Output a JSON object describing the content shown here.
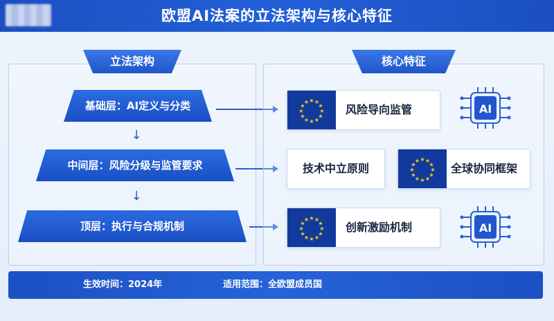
{
  "title": "欧盟AI法案的立法架构与核心特征",
  "left_panel": {
    "tab": "立法架构",
    "tiers": [
      {
        "label": "基础层：AI定义与分类"
      },
      {
        "label": "中间层：风险分级与监管要求"
      },
      {
        "label": "顶层：执行与合规机制"
      }
    ]
  },
  "right_panel": {
    "tab": "核心特征",
    "features": [
      {
        "label": "风险导向监管",
        "icon": "eu-flag-icon"
      },
      {
        "label": "技术中立原则"
      },
      {
        "label": "全球协同框架",
        "icon": "eu-flag-icon"
      },
      {
        "label": "创新激励机制",
        "icon": "eu-flag-icon"
      }
    ],
    "ai_icon_text": "AI"
  },
  "footer": {
    "effective": "生效时间：2024年",
    "scope": "适用范围：全欧盟成员国"
  },
  "colors": {
    "primary_blue": "#1f56c8",
    "eu_blue": "#123a9c",
    "eu_gold": "#f5cc1a"
  }
}
